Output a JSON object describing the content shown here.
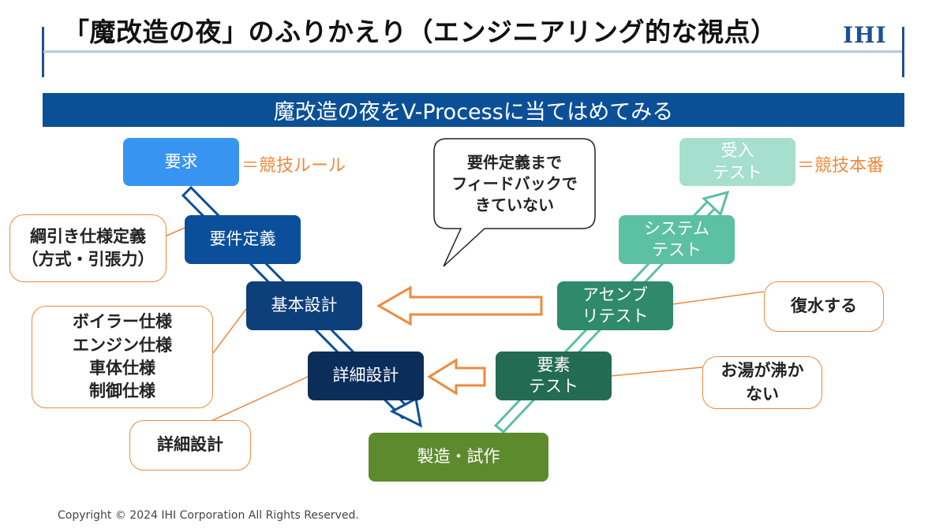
{
  "header": {
    "title": "「魔改造の夜」のふりかえり（エンジニアリング的な視点）",
    "logo": "IHI"
  },
  "banner": {
    "text": "魔改造の夜をV-Processに当てはめてみる"
  },
  "v_process": {
    "left": [
      {
        "id": "requirements",
        "label": "要求"
      },
      {
        "id": "requirements-definition",
        "label": "要件定義"
      },
      {
        "id": "basic-design",
        "label": "基本設計"
      },
      {
        "id": "detailed-design",
        "label": "詳細設計"
      }
    ],
    "bottom": {
      "id": "manufacturing",
      "label": "製造・試作"
    },
    "right": [
      {
        "id": "element-test",
        "label": "要素\nテスト"
      },
      {
        "id": "assembly-test",
        "label": "アセンブ\nリテスト"
      },
      {
        "id": "system-test",
        "label": "システム\nテスト"
      },
      {
        "id": "acceptance-test",
        "label": "受入\nテスト"
      }
    ]
  },
  "equals_labels": {
    "requirements": "＝競技ルール",
    "acceptance": "＝競技本番"
  },
  "notes": {
    "rope": "綱引き仕様定義\n（方式・引張力）",
    "specs": "ボイラー仕様\nエンジン仕様\n車体仕様\n制御仕様",
    "detailed": "詳細設計",
    "refill": "復水する",
    "no_boil": "お湯が沸か\nない"
  },
  "callout": {
    "text": "要件定義まで\nフィードバックで\nきていない"
  },
  "footer": {
    "copyright": "Copyright © 2024 IHI Corporation All Rights Reserved."
  },
  "colors": {
    "brand_blue": "#1e4f95",
    "banner": "#0b5097",
    "requirements": "#3894f1",
    "requirements_definition": "#0b4f9a",
    "basic_design": "#0d3f7a",
    "detailed_design": "#0b2d5a",
    "manufacturing": "#5e8a2e",
    "element_test": "#236b52",
    "assembly_test": "#2f8a6c",
    "system_test": "#5cc0a2",
    "acceptance_test": "#a6dfce",
    "accent_orange": "#ee8a3e"
  }
}
